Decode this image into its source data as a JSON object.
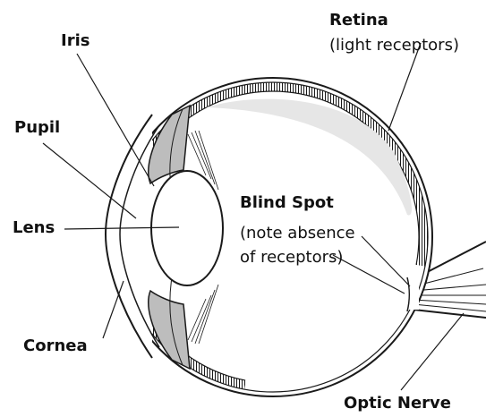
{
  "diagram": {
    "labels": {
      "retina": "Retina",
      "retina_note": "(light receptors)",
      "iris": "Iris",
      "pupil": "Pupil",
      "lens": "Lens",
      "cornea": "Cornea",
      "blind_spot": "Blind Spot",
      "blind_spot_note_1": "(note absence",
      "blind_spot_note_2": "of receptors)",
      "optic_nerve": "Optic Nerve"
    },
    "colors": {
      "line": "#1a1a1a",
      "iris_fill": "#bdbdbd",
      "shade": "#e6e6e6",
      "background": "#ffffff"
    }
  }
}
